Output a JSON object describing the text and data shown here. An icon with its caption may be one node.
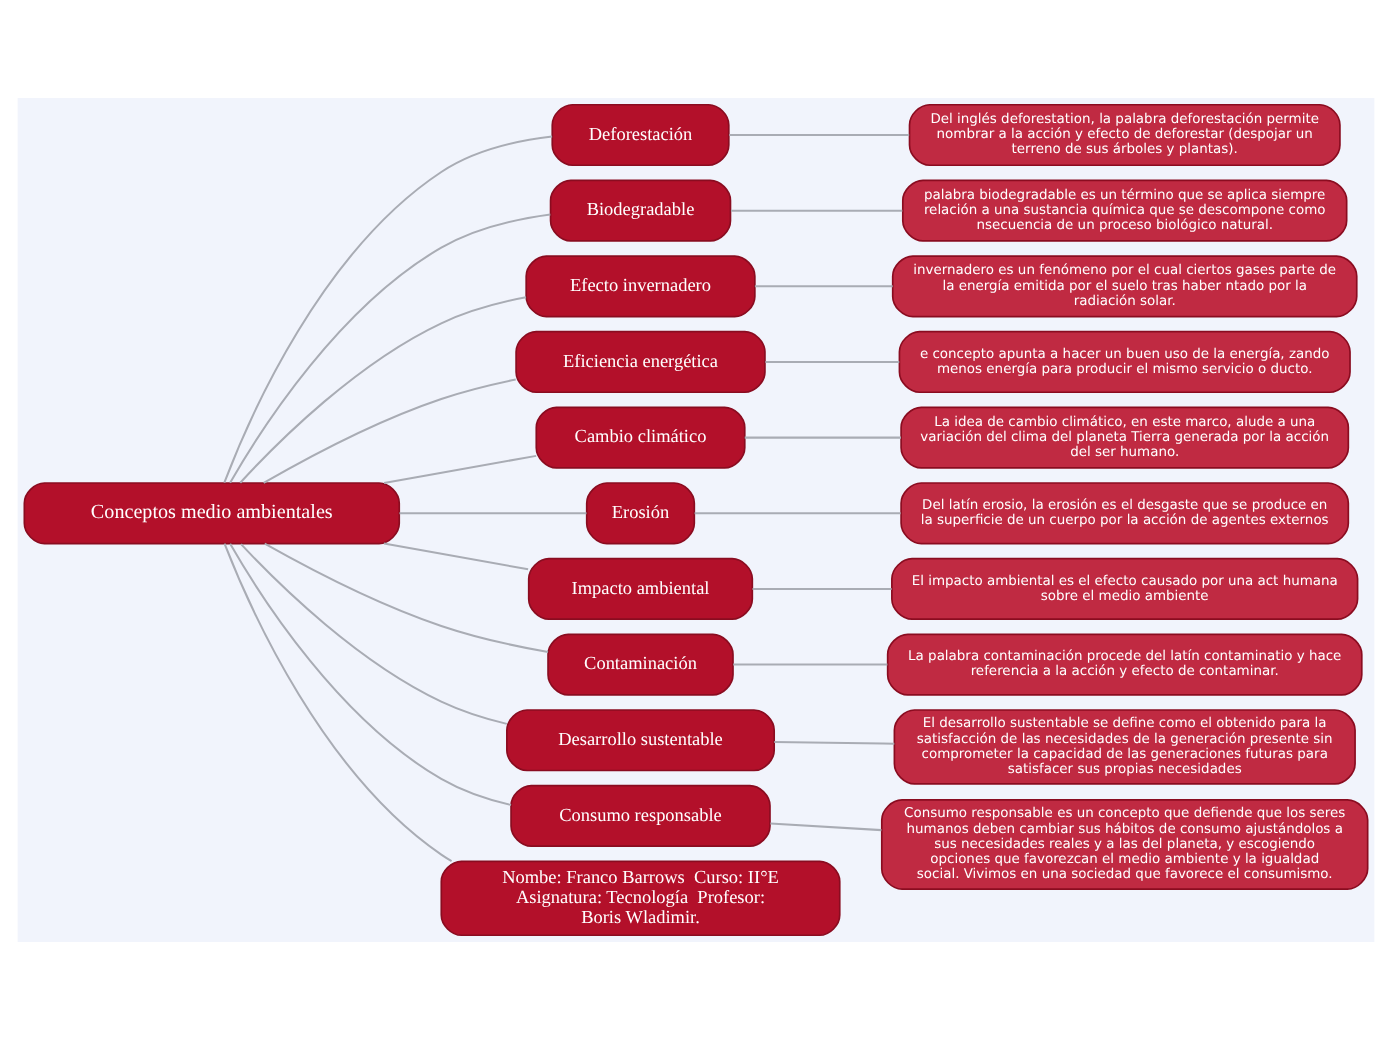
{
  "diagram": {
    "nodes": [
      {
        "text": [
          "Conceptos medio ambientales"
        ]
      },
      {
        "text": [
          "Deforestación"
        ]
      },
      {
        "text": [
          "Del inglés deforestation, la palabra deforestación permite nombrar a la acción y efecto de deforestar (despojar un terreno de sus árboles y plantas)."
        ]
      },
      {
        "text": [
          "Biodegradable"
        ]
      },
      {
        "text": [
          "palabra biodegradable es un término que se aplica siempre relación a una sustancia química que se descompone como nsecuencia de un proceso biológico natural."
        ]
      },
      {
        "text": [
          "Efecto invernadero"
        ]
      },
      {
        "text": [
          "invernadero es un fenómeno por el cual ciertos gases parte de la energía emitida por el suelo tras haber ntado por la radiación solar."
        ]
      },
      {
        "text": [
          "Eficiencia energética"
        ]
      },
      {
        "text": [
          "e concepto apunta a hacer un buen uso de la energía, zando menos energía para producir el mismo servicio o ducto."
        ]
      },
      {
        "text": [
          "Cambio climático"
        ]
      },
      {
        "text": [
          "La idea de cambio climático, en este marco, alude a una variación del clima del planeta Tierra generada por la acción del ser humano."
        ]
      },
      {
        "text": [
          "Erosión"
        ]
      },
      {
        "text": [
          "Del latín erosio, la erosión es el desgaste que se produce en la superficie de un cuerpo por la acción de agentes externos"
        ]
      },
      {
        "text": [
          "Impacto ambiental"
        ]
      },
      {
        "text": [
          "El impacto ambiental es el efecto causado por una act humana sobre el medio ambiente"
        ]
      },
      {
        "text": [
          "Contaminación"
        ]
      },
      {
        "text": [
          "La palabra contaminación procede del latín contaminatio y hace referencia a la acción y efecto de contaminar."
        ]
      },
      {
        "text": [
          "Desarrollo sustentable"
        ]
      },
      {
        "text": [
          "El desarrollo sustentable se define como el obtenido para la satisfacción de las necesidades de la generación presente sin comprometer la capacidad de las generaciones futuras para satisfacer sus propias necesidades"
        ]
      },
      {
        "text": [
          "Consumo responsable"
        ]
      },
      {
        "text": [
          "Consumo responsable es un concepto que defiende que los seres humanos deben cambiar sus hábitos de consumo ajustándolos a sus necesidades reales y a las del planeta, y escogiendo opciones que favorezcan el medio ambiente y la igualdad social. Vivimos en una sociedad que favorece el consumismo."
        ]
      },
      {
        "text": [
          "Nombe: Franco Barrows  Curso: II°E Asignatura: Tecnología  Profesor: Boris Wladimir."
        ]
      }
    ],
    "edges": [
      {
        "from": 0,
        "to": 1,
        "arrow": "none"
      },
      {
        "from": 1,
        "to": 2,
        "arrow": "none"
      },
      {
        "from": 0,
        "to": 3,
        "arrow": "none"
      },
      {
        "from": 3,
        "to": 4,
        "arrow": "none"
      },
      {
        "from": 0,
        "to": 5,
        "arrow": "none"
      },
      {
        "from": 5,
        "to": 6,
        "arrow": "none"
      },
      {
        "from": 0,
        "to": 7,
        "arrow": "none"
      },
      {
        "from": 7,
        "to": 8,
        "arrow": "none"
      },
      {
        "from": 0,
        "to": 9,
        "arrow": "none"
      },
      {
        "from": 9,
        "to": 10,
        "arrow": "none"
      },
      {
        "from": 0,
        "to": 11,
        "arrow": "none"
      },
      {
        "from": 11,
        "to": 12,
        "arrow": "none"
      },
      {
        "from": 0,
        "to": 13,
        "arrow": "none"
      },
      {
        "from": 13,
        "to": 14,
        "arrow": "none"
      },
      {
        "from": 0,
        "to": 15,
        "arrow": "none"
      },
      {
        "from": 15,
        "to": 16,
        "arrow": "none"
      },
      {
        "from": 0,
        "to": 17,
        "arrow": "none"
      },
      {
        "from": 17,
        "to": 18,
        "arrow": "none"
      },
      {
        "from": 0,
        "to": 19,
        "arrow": "none"
      },
      {
        "from": 19,
        "to": 20,
        "arrow": "none"
      },
      {
        "from": 0,
        "to": 21,
        "arrow": "none"
      }
    ]
  }
}
